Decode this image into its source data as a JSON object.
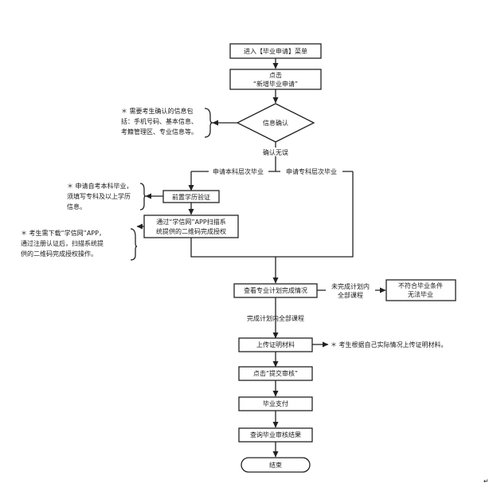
{
  "nodes": {
    "enter_menu": "进入【毕业申请】菜单",
    "click_new_line1": "点击",
    "click_new_line2": "“新增毕业申请”",
    "info_confirm": "信息确认",
    "prereq_check": "前置学历验证",
    "xuexin_line1": "通过“学信网”APP扫描系",
    "xuexin_line2": "统提供的二维码完成授权",
    "view_plan": "查看专业计划完成情况",
    "not_eligible_line1": "不符合毕业条件",
    "not_eligible_line2": "无法毕业",
    "upload": "上传证明材料",
    "submit": "点击“提交审核”",
    "pay": "毕业支付",
    "query": "查询毕业审核结果",
    "end": "结束"
  },
  "edges": {
    "confirm_ok": "确认无误",
    "undergrad": "申请本科层次毕业",
    "junior": "申请专科层次毕业",
    "incomplete_line1": "未完成计划内",
    "incomplete_line2": "全部课程",
    "complete": "完成计划内全部课程"
  },
  "notes": {
    "info_line1": "＊ 需要考生确认的信息包",
    "info_line2": "括：手机号码、基本信息、",
    "info_line3": "考籍管理区、专业信息等。",
    "undergrad_line1": "＊ 申请自考本科毕业，",
    "undergrad_line2": "须填写专科及以上学历",
    "undergrad_line3": "信息。",
    "xuexin_line1": "＊ 考生需下载“学信网”APP，",
    "xuexin_line2": "通过注册认证后，扫描系统提",
    "xuexin_line3": "供的二维码完成授权操作。",
    "upload_note": "＊ 考生根据自己实际情况上传证明材料。"
  },
  "trailing_mark": "↵"
}
